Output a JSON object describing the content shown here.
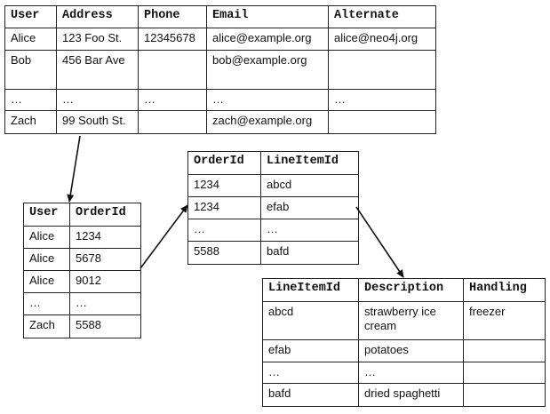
{
  "tables": [
    {
      "id": "users",
      "columns": [
        "User",
        "Address",
        "Phone",
        "Email",
        "Alternate"
      ],
      "rows": [
        [
          "Alice",
          "123 Foo St.",
          "12345678",
          "alice@example.org",
          "alice@neo4j.org"
        ],
        [
          "Bob",
          "456 Bar Ave",
          "",
          "bob@example.org",
          ""
        ],
        [
          "…",
          "…",
          "…",
          "…",
          "…"
        ],
        [
          "Zach",
          "99 South St.",
          "",
          "zach@example.org",
          ""
        ]
      ]
    },
    {
      "id": "user-orders",
      "columns": [
        "User",
        "OrderId"
      ],
      "rows": [
        [
          "Alice",
          "1234"
        ],
        [
          "Alice",
          "5678"
        ],
        [
          "Alice",
          "9012"
        ],
        [
          "…",
          "…"
        ],
        [
          "Zach",
          "5588"
        ]
      ]
    },
    {
      "id": "order-lineitems",
      "columns": [
        "OrderId",
        "LineItemId"
      ],
      "rows": [
        [
          "1234",
          "abcd"
        ],
        [
          "1234",
          "efab"
        ],
        [
          "…",
          "…"
        ],
        [
          "5588",
          "bafd"
        ]
      ]
    },
    {
      "id": "lineitems",
      "columns": [
        "LineItemId",
        "Description",
        "Handling"
      ],
      "rows": [
        [
          "abcd",
          "strawberry ice cream",
          "freezer"
        ],
        [
          "efab",
          "potatoes",
          ""
        ],
        [
          "…",
          "…",
          ""
        ],
        [
          "bafd",
          "dried spaghetti",
          ""
        ]
      ]
    }
  ]
}
